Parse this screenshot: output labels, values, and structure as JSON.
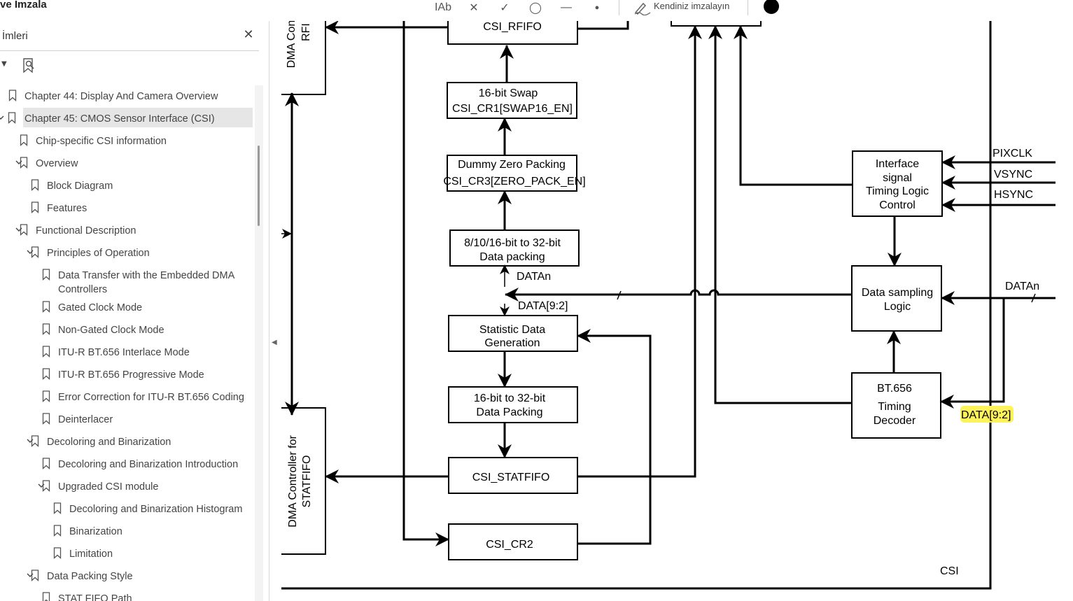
{
  "app": {
    "title": "ve İmzala"
  },
  "toolbar": {
    "text_tool": "IAb",
    "cross_mark": "✕",
    "check_mark": "✓",
    "ellipse_tool": "◯",
    "line_tool": "—",
    "dot_tool": "●",
    "sign_label": "Kendiniz imzalayın",
    "signature_color": "#000000"
  },
  "panel": {
    "title": "İmleri",
    "close": "✕"
  },
  "bookmarks": [
    {
      "label": "Chapter 44: Display And Camera Overview",
      "level": 0,
      "expanded": null,
      "selected": false
    },
    {
      "label": "Chapter 45: CMOS Sensor Interface (CSI)",
      "level": 0,
      "expanded": true,
      "selected": true
    },
    {
      "label": "Chip-specific CSI information",
      "level": 1,
      "expanded": null,
      "selected": false
    },
    {
      "label": "Overview",
      "level": 1,
      "expanded": true,
      "selected": false
    },
    {
      "label": "Block Diagram",
      "level": 2,
      "expanded": null,
      "selected": false
    },
    {
      "label": "Features",
      "level": 2,
      "expanded": null,
      "selected": false
    },
    {
      "label": "Functional Description",
      "level": 1,
      "expanded": true,
      "selected": false
    },
    {
      "label": "Principles of Operation",
      "level": 2,
      "expanded": true,
      "selected": false
    },
    {
      "label": "Data Transfer with the Embedded DMA",
      "label2": "Controllers",
      "level": 3,
      "expanded": null,
      "selected": false
    },
    {
      "label": "Gated Clock Mode",
      "level": 3,
      "expanded": null,
      "selected": false
    },
    {
      "label": "Non-Gated Clock Mode",
      "level": 3,
      "expanded": null,
      "selected": false
    },
    {
      "label": "ITU-R BT.656 Interlace Mode",
      "level": 3,
      "expanded": null,
      "selected": false
    },
    {
      "label": "ITU-R BT.656 Progressive Mode",
      "level": 3,
      "expanded": null,
      "selected": false
    },
    {
      "label": "Error Correction for ITU-R BT.656 Coding",
      "level": 3,
      "expanded": null,
      "selected": false
    },
    {
      "label": "Deinterlacer",
      "level": 3,
      "expanded": null,
      "selected": false
    },
    {
      "label": "Decoloring and Binarization",
      "level": 2,
      "expanded": true,
      "selected": false
    },
    {
      "label": "Decoloring and Binarization Introduction",
      "level": 3,
      "expanded": null,
      "selected": false
    },
    {
      "label": "Upgraded CSI module",
      "level": 3,
      "expanded": true,
      "selected": false
    },
    {
      "label": "Decoloring and Binarization Histogram",
      "level": 4,
      "expanded": null,
      "selected": false
    },
    {
      "label": "Binarization",
      "level": 4,
      "expanded": null,
      "selected": false
    },
    {
      "label": "Limitation",
      "level": 4,
      "expanded": null,
      "selected": false
    },
    {
      "label": "Data Packing Style",
      "level": 2,
      "expanded": true,
      "selected": false
    },
    {
      "label": "STAT FIFO Path",
      "level": 3,
      "expanded": null,
      "selected": false
    }
  ],
  "diagram": {
    "dma_rfifo_1": "DMA Con",
    "dma_rfifo_2": "RFI",
    "csi_rfifo": "CSI_RFIFO",
    "swap_1": "16-bit Swap",
    "swap_2": "CSI_CR1[SWAP16_EN]",
    "dummy_1": "Dummy Zero Packing",
    "dummy_2": "CSI_CR3[ZERO_PACK_EN]",
    "pack8_1": "8/10/16-bit to 32-bit",
    "pack8_2": "Data packing",
    "datan_mid": "DATAn",
    "data92_mid": "DATA[9:2]",
    "stat_1": "Statistic Data",
    "stat_2": "Generation",
    "pack16_1": "16-bit to 32-bit",
    "pack16_2": "Data Packing",
    "statfifo": "CSI_STATFIFO",
    "cr2": "CSI_CR2",
    "dma_stat_1": "DMA Controller for",
    "dma_stat_2": "STATFIFO",
    "iface_1": "Interface",
    "iface_2": "signal",
    "iface_3": "Timing Logic",
    "iface_4": "Control",
    "sampling_1": "Data sampling",
    "sampling_2": "Logic",
    "bt656_1": "BT.656",
    "bt656_2": "Timing",
    "bt656_3": "Decoder",
    "pixclk": "PIXCLK",
    "vsync": "VSYNC",
    "hsync": "HSYNC",
    "datan_right": "DATAn",
    "data92_right": "DATA[9:2]",
    "csi_label": "CSI",
    "highlight_color": "#fff35c"
  }
}
